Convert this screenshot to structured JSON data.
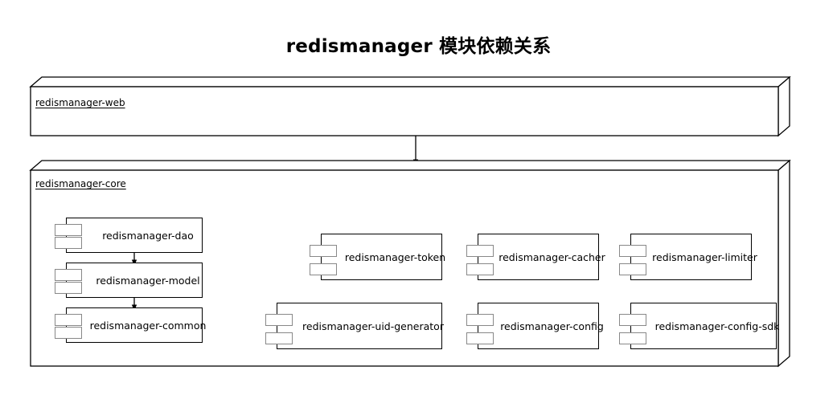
{
  "diagram": {
    "title": "redismanager 模块依赖关系",
    "type": "uml-component-diagram",
    "background": "#ffffff",
    "stroke": "#000000",
    "tab_stroke": "#888888"
  },
  "packages": [
    {
      "id": "web",
      "label": "redismanager-web"
    },
    {
      "id": "core",
      "label": "redismanager-core"
    }
  ],
  "components": [
    {
      "id": "dao",
      "label": "redismanager-dao"
    },
    {
      "id": "model",
      "label": "redismanager-model"
    },
    {
      "id": "common",
      "label": "redismanager-common"
    },
    {
      "id": "token",
      "label": "redismanager-token"
    },
    {
      "id": "cacher",
      "label": "redismanager-cacher"
    },
    {
      "id": "limiter",
      "label": "redismanager-limiter"
    },
    {
      "id": "uid-generator",
      "label": "redismanager-uid-generator"
    },
    {
      "id": "config",
      "label": "redismanager-config"
    },
    {
      "id": "config-sdk",
      "label": "redismanager-config-sdk"
    }
  ],
  "edges": [
    {
      "from": "web",
      "to": "core",
      "arrow": "solid-filled"
    },
    {
      "from": "dao",
      "to": "model",
      "arrow": "solid-filled"
    },
    {
      "from": "model",
      "to": "common",
      "arrow": "solid-filled"
    }
  ]
}
